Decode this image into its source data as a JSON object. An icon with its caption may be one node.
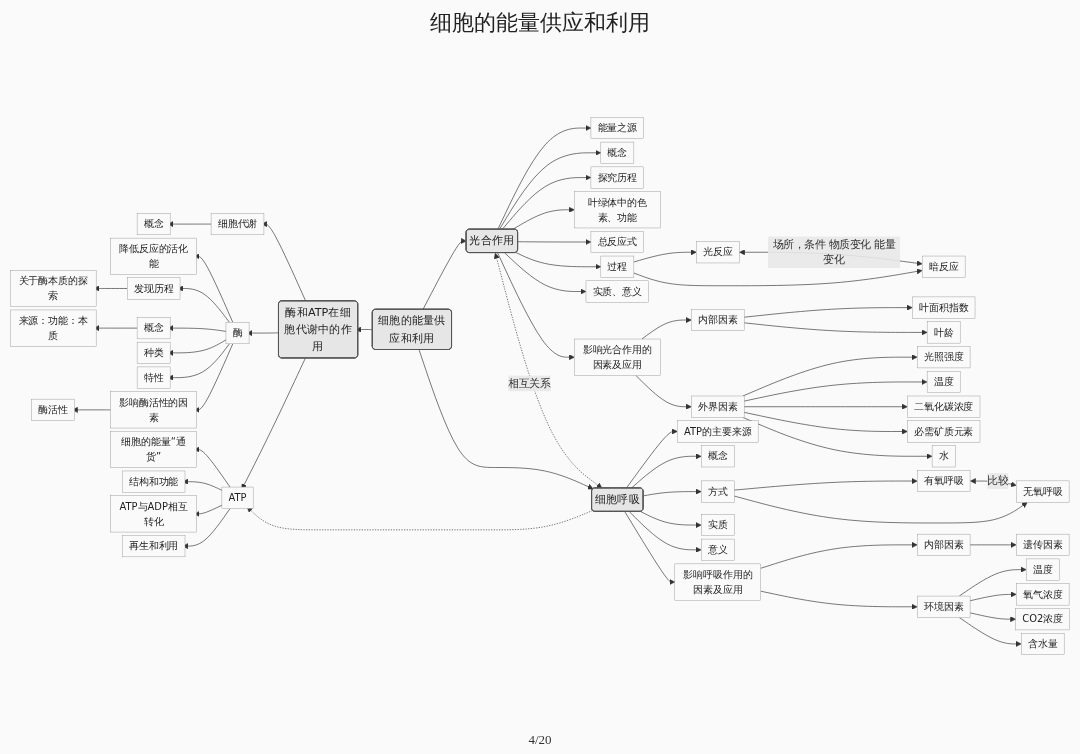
{
  "diagram": {
    "title": "细胞的能量供应和利用",
    "nodes": [
      {
        "text": [
          "细胞的能量供应和利用"
        ]
      },
      {
        "text": [
          "酶和ATP在细胞代谢中的作用"
        ]
      },
      {
        "text": [
          "细胞代谢"
        ]
      },
      {
        "text": [
          "概念"
        ]
      },
      {
        "text": [
          "酶"
        ]
      },
      {
        "text": [
          "降低反应的活化能"
        ]
      },
      {
        "text": [
          "发现历程"
        ]
      },
      {
        "text": [
          "关于酶本质的探索"
        ]
      },
      {
        "text": [
          "概念"
        ]
      },
      {
        "text": [
          "来源：功能：本质"
        ]
      },
      {
        "text": [
          "种类"
        ]
      },
      {
        "text": [
          "特性"
        ]
      },
      {
        "text": [
          "影响酶活性的因素"
        ]
      },
      {
        "text": [
          "酶活性"
        ]
      },
      {
        "text": [
          "ATP"
        ]
      },
      {
        "text": [
          "细胞的能量“通货”"
        ]
      },
      {
        "text": [
          "结构和功能"
        ]
      },
      {
        "text": [
          "ATP与ADP相互转化"
        ]
      },
      {
        "text": [
          "再生和利用"
        ]
      },
      {
        "text": [
          "光合作用"
        ]
      },
      {
        "text": [
          "能量之源"
        ]
      },
      {
        "text": [
          "概念"
        ]
      },
      {
        "text": [
          "探究历程"
        ]
      },
      {
        "text": [
          "叶绿体中的色素、功能"
        ]
      },
      {
        "text": [
          "总反应式"
        ]
      },
      {
        "text": [
          "过程"
        ]
      },
      {
        "text": [
          "光反应"
        ]
      },
      {
        "text": [
          "暗反应"
        ]
      },
      {
        "text": [
          "实质、意义"
        ]
      },
      {
        "text": [
          "影响光合作用的因素及应用"
        ]
      },
      {
        "text": [
          "内部因素"
        ]
      },
      {
        "text": [
          "叶面积指数"
        ]
      },
      {
        "text": [
          "叶龄"
        ]
      },
      {
        "text": [
          "外界因素"
        ]
      },
      {
        "text": [
          "光照强度"
        ]
      },
      {
        "text": [
          "温度"
        ]
      },
      {
        "text": [
          "二氧化碳浓度"
        ]
      },
      {
        "text": [
          "必需矿质元素"
        ]
      },
      {
        "text": [
          "水"
        ]
      },
      {
        "text": [
          "细胞呼吸"
        ]
      },
      {
        "text": [
          "ATP的主要来源"
        ]
      },
      {
        "text": [
          "概念"
        ]
      },
      {
        "text": [
          "方式"
        ]
      },
      {
        "text": [
          "有氧呼吸"
        ]
      },
      {
        "text": [
          "无氧呼吸"
        ]
      },
      {
        "text": [
          "实质"
        ]
      },
      {
        "text": [
          "意义"
        ]
      },
      {
        "text": [
          "影响呼吸作用的因素及应用"
        ]
      },
      {
        "text": [
          "内部因素"
        ]
      },
      {
        "text": [
          "遗传因素"
        ]
      },
      {
        "text": [
          "环境因素"
        ]
      },
      {
        "text": [
          "温度"
        ]
      },
      {
        "text": [
          "氧气浓度"
        ]
      },
      {
        "text": [
          "CO2浓度"
        ]
      },
      {
        "text": [
          "含水量"
        ]
      }
    ],
    "edges": [
      {
        "from": 0,
        "to": 1,
        "arrow": "to"
      },
      {
        "from": 0,
        "to": 19,
        "arrow": "to"
      },
      {
        "from": 0,
        "to": 39,
        "arrow": "to"
      },
      {
        "from": 1,
        "to": 2,
        "arrow": "to"
      },
      {
        "from": 2,
        "to": 3,
        "arrow": "to"
      },
      {
        "from": 1,
        "to": 4,
        "arrow": "to"
      },
      {
        "from": 4,
        "to": 5,
        "arrow": "to"
      },
      {
        "from": 4,
        "to": 6,
        "arrow": "to"
      },
      {
        "from": 6,
        "to": 7,
        "arrow": "to"
      },
      {
        "from": 4,
        "to": 8,
        "arrow": "to"
      },
      {
        "from": 8,
        "to": 9,
        "arrow": "to"
      },
      {
        "from": 4,
        "to": 10,
        "arrow": "to"
      },
      {
        "from": 4,
        "to": 11,
        "arrow": "to"
      },
      {
        "from": 4,
        "to": 12,
        "arrow": "to"
      },
      {
        "from": 12,
        "to": 13,
        "arrow": "to"
      },
      {
        "from": 1,
        "to": 14,
        "arrow": "to"
      },
      {
        "from": 14,
        "to": 15,
        "arrow": "to"
      },
      {
        "from": 14,
        "to": 16,
        "arrow": "to"
      },
      {
        "from": 14,
        "to": 17,
        "arrow": "to"
      },
      {
        "from": 14,
        "to": 18,
        "arrow": "to"
      },
      {
        "from": 19,
        "to": 20,
        "arrow": "to"
      },
      {
        "from": 19,
        "to": 21,
        "arrow": "to"
      },
      {
        "from": 19,
        "to": 22,
        "arrow": "to"
      },
      {
        "from": 19,
        "to": 23,
        "arrow": "to"
      },
      {
        "from": 19,
        "to": 24,
        "arrow": "to"
      },
      {
        "from": 19,
        "to": 25,
        "arrow": "to"
      },
      {
        "from": 25,
        "to": 26,
        "arrow": "to"
      },
      {
        "from": 25,
        "to": 27,
        "arrow": "to"
      },
      {
        "from": 26,
        "to": 27,
        "arrow": "both",
        "label": "场所，条件 物质变化 能量变化"
      },
      {
        "from": 19,
        "to": 28,
        "arrow": "to"
      },
      {
        "from": 19,
        "to": 29,
        "arrow": "to"
      },
      {
        "from": 29,
        "to": 30,
        "arrow": "to"
      },
      {
        "from": 30,
        "to": 31,
        "arrow": "to"
      },
      {
        "from": 30,
        "to": 32,
        "arrow": "to"
      },
      {
        "from": 29,
        "to": 33,
        "arrow": "to"
      },
      {
        "from": 33,
        "to": 34,
        "arrow": "to"
      },
      {
        "from": 33,
        "to": 35,
        "arrow": "to"
      },
      {
        "from": 33,
        "to": 36,
        "arrow": "to"
      },
      {
        "from": 33,
        "to": 37,
        "arrow": "to"
      },
      {
        "from": 33,
        "to": 38,
        "arrow": "to"
      },
      {
        "from": 19,
        "to": 39,
        "arrow": "both",
        "label": "相互关系",
        "style": "dashed"
      },
      {
        "from": 39,
        "to": 40,
        "arrow": "to"
      },
      {
        "from": 39,
        "to": 41,
        "arrow": "to"
      },
      {
        "from": 39,
        "to": 42,
        "arrow": "to"
      },
      {
        "from": 42,
        "to": 43,
        "arrow": "to"
      },
      {
        "from": 42,
        "to": 44,
        "arrow": "to"
      },
      {
        "from": 43,
        "to": 44,
        "arrow": "both",
        "label": "比较"
      },
      {
        "from": 39,
        "to": 45,
        "arrow": "to"
      },
      {
        "from": 39,
        "to": 46,
        "arrow": "to"
      },
      {
        "from": 39,
        "to": 47,
        "arrow": "to"
      },
      {
        "from": 47,
        "to": 48,
        "arrow": "to"
      },
      {
        "from": 48,
        "to": 49,
        "arrow": "to"
      },
      {
        "from": 47,
        "to": 50,
        "arrow": "to"
      },
      {
        "from": 50,
        "to": 51,
        "arrow": "to"
      },
      {
        "from": 50,
        "to": 52,
        "arrow": "to"
      },
      {
        "from": 50,
        "to": 53,
        "arrow": "to"
      },
      {
        "from": 50,
        "to": 54,
        "arrow": "to"
      },
      {
        "from": 39,
        "to": 14,
        "arrow": "to",
        "style": "dashed"
      }
    ],
    "labels": [
      "4/20"
    ]
  }
}
